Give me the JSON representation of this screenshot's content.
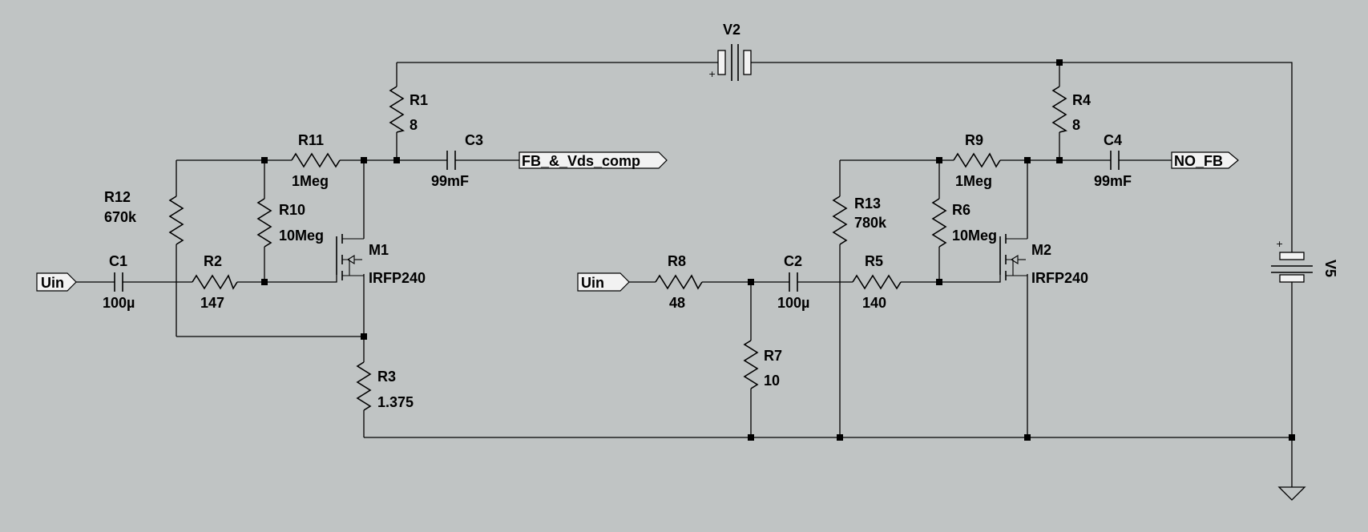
{
  "components": {
    "v2": {
      "name": "V2"
    },
    "v5": {
      "name": "V5"
    },
    "r1": {
      "name": "R1",
      "value": "8"
    },
    "r2": {
      "name": "R2",
      "value": "147"
    },
    "r3": {
      "name": "R3",
      "value": "1.375"
    },
    "r4": {
      "name": "R4",
      "value": "8"
    },
    "r5": {
      "name": "R5",
      "value": "140"
    },
    "r6": {
      "name": "R6",
      "value": "10Meg"
    },
    "r7": {
      "name": "R7",
      "value": "10"
    },
    "r8": {
      "name": "R8",
      "value": "48"
    },
    "r9": {
      "name": "R9",
      "value": "1Meg"
    },
    "r10": {
      "name": "R10",
      "value": "10Meg"
    },
    "r11": {
      "name": "R11",
      "value": "1Meg"
    },
    "r12": {
      "name": "R12",
      "value": "670k"
    },
    "r13": {
      "name": "R13",
      "value": "780k"
    },
    "c1": {
      "name": "C1",
      "value": "100µ"
    },
    "c2": {
      "name": "C2",
      "value": "100µ"
    },
    "c3": {
      "name": "C3",
      "value": "99mF"
    },
    "c4": {
      "name": "C4",
      "value": "99mF"
    },
    "m1": {
      "name": "M1",
      "value": "IRFP240"
    },
    "m2": {
      "name": "M2",
      "value": "IRFP240"
    }
  },
  "labels": {
    "uin_left": "Uin",
    "uin_right": "Uin",
    "out_fb": "FB_&_Vds_comp",
    "out_nofb": "NO_FB"
  },
  "symbols": {
    "plus_sign": "+"
  }
}
